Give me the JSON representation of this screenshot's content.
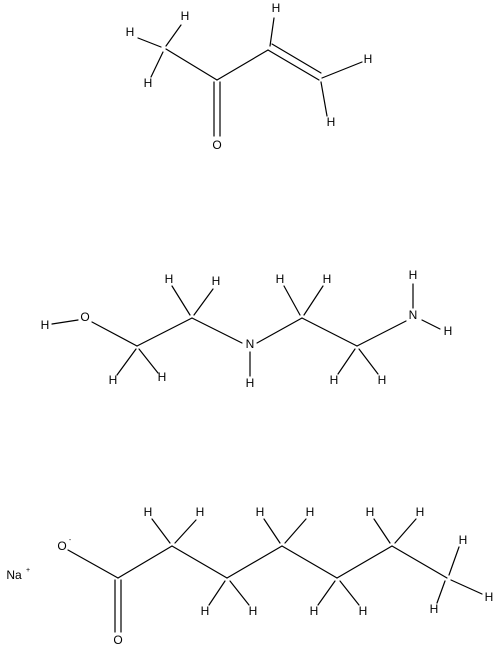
{
  "molecules": [
    {
      "id": "methyl-vinyl-ketone",
      "atoms": {
        "h": "H",
        "o": "O"
      }
    },
    {
      "id": "aminoethylethanolamine",
      "atoms": {
        "h": "H",
        "o": "O",
        "n": "N"
      }
    },
    {
      "id": "sodium-heptanoate",
      "atoms": {
        "h": "H",
        "o": "O",
        "ominus": "O",
        "charge_minus": "-",
        "na": "Na",
        "charge_plus": "+"
      }
    }
  ]
}
